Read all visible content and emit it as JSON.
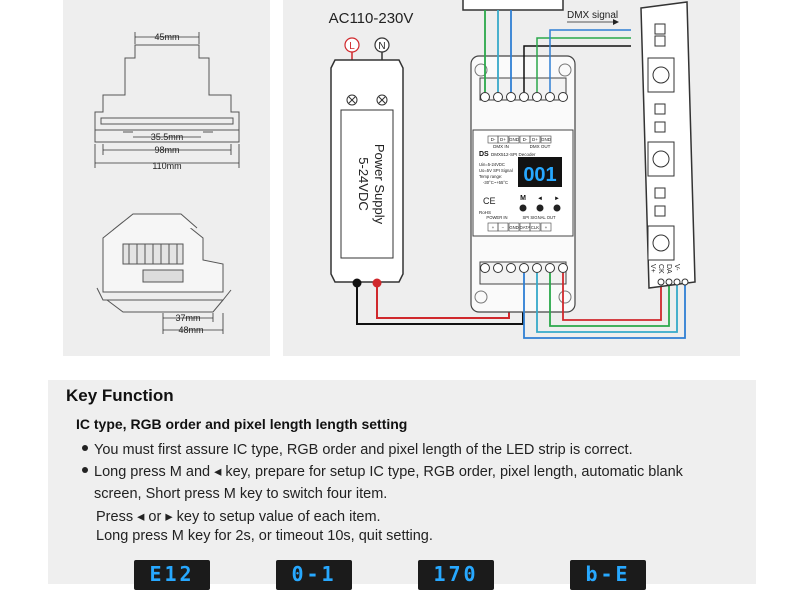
{
  "dimensions": {
    "top_width": "45mm",
    "inner_width": "35.5mm",
    "mid_width": "98mm",
    "total_width": "110mm",
    "base_depth1": "37mm",
    "base_depth2": "48mm"
  },
  "wiring": {
    "ac_label": "AC110-230V",
    "live_label": "L",
    "neutral_label": "N",
    "power_supply_line1": "Power Supply",
    "power_supply_line2": "5-24VDC",
    "dmx_signal_label": "DMX signal",
    "decoder": {
      "model": "DS",
      "name": "DMX512-SPI Decoder",
      "spec1": "Uin=5-24VDC",
      "spec2": "Uo=5V SPI Signal",
      "spec3": "Temp range:",
      "spec4": "-30°C~+55°C",
      "display": "001",
      "btn_m": "M",
      "btn_left": "◄",
      "btn_right": "►",
      "dmx_in": "DMX IN",
      "dmx_out": "DMX OUT",
      "power_in": "POWER IN",
      "spi_out": "SPI SIGNAL OUT",
      "top_terminals": [
        "D-",
        "D+",
        "GND",
        "D-",
        "D+",
        "GND"
      ],
      "bottom_terminals": [
        "+",
        "−",
        "GND",
        "DATA",
        "CLK",
        "+"
      ],
      "rohs": "RoHS",
      "ce": "CE"
    },
    "strip_labels": [
      "V+",
      "CK",
      "DA",
      "V-"
    ]
  },
  "key_function": {
    "title": "Key Function",
    "subtitle": "IC type, RGB order and pixel length length setting",
    "line1": "You must first assure IC type, RGB order and pixel length of the LED strip is correct.",
    "line2": "Long press M and ◂ key, prepare for setup IC type, RGB order, pixel length, automatic blank",
    "line3": "screen, Short press M key to switch four item.",
    "line4": "Press ◂ or ▸ key to setup value of each item.",
    "line5": "Long press M key for 2s, or timeout 10s, quit setting.",
    "displays": [
      "E12",
      "0-1",
      "170",
      "b-E"
    ]
  },
  "colors": {
    "wire_red": "#d0282c",
    "wire_black": "#111111",
    "wire_blue": "#2f7fd4",
    "wire_green": "#2aa84a",
    "wire_cyan": "#36a9c9",
    "lcd_digit": "#27a8ff"
  }
}
